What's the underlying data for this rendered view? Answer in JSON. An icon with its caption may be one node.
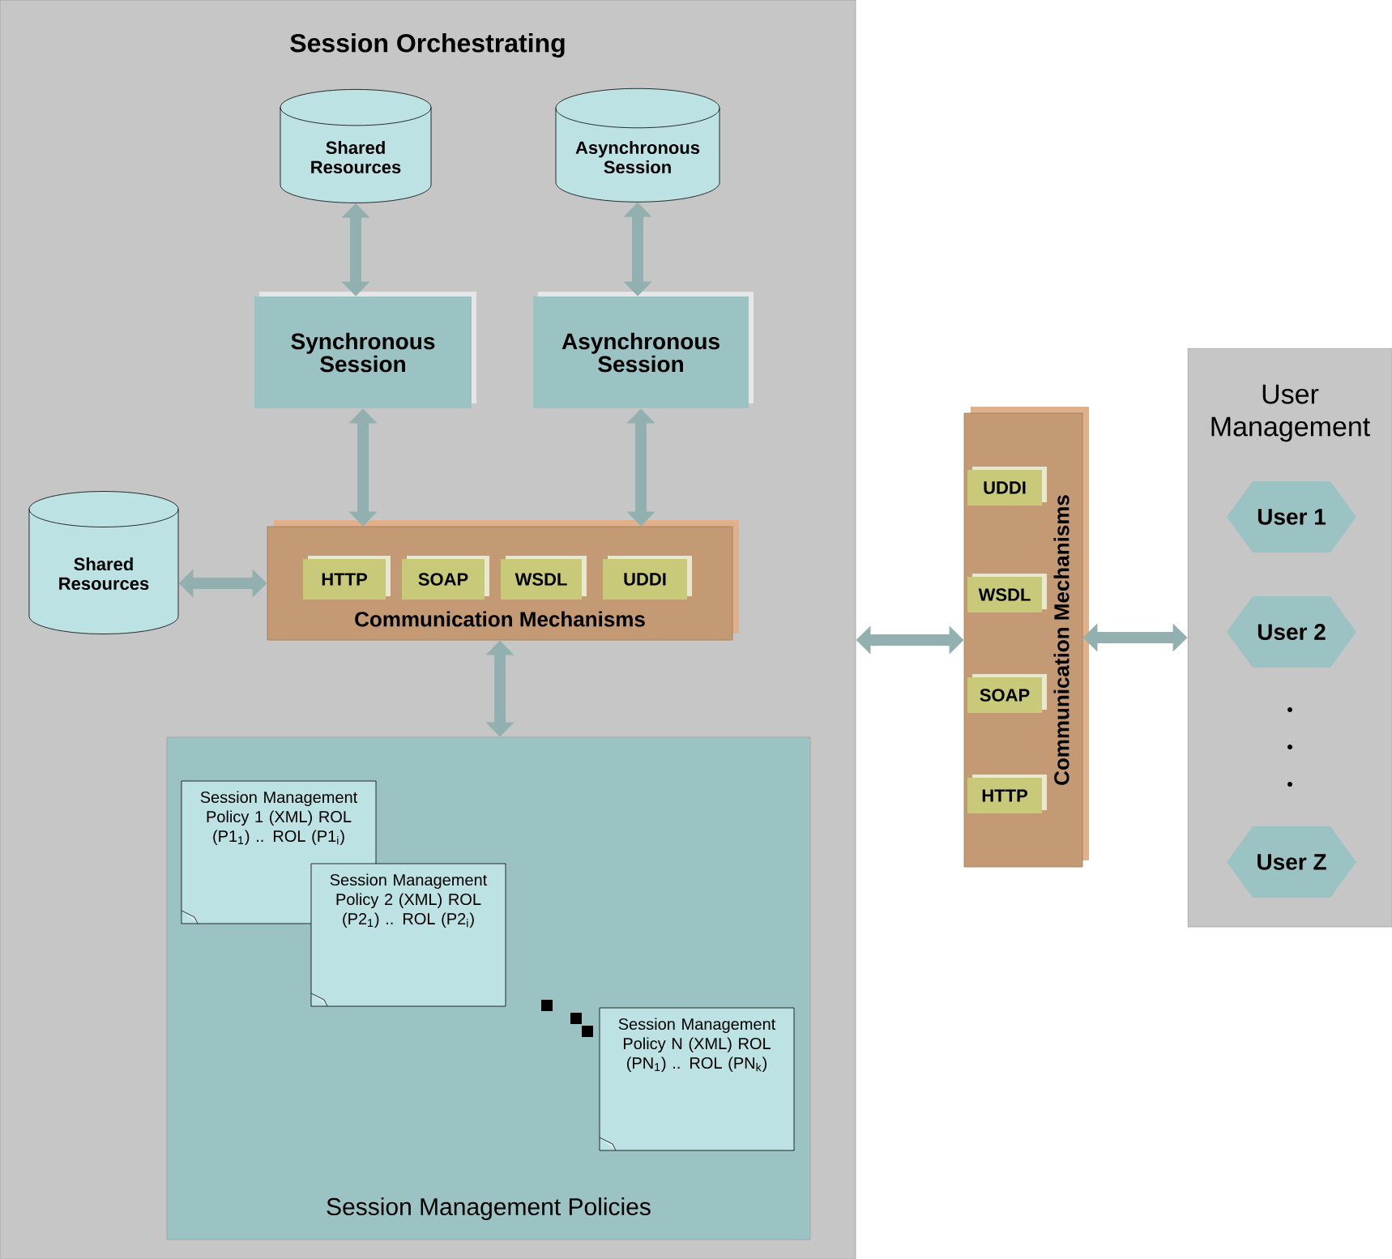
{
  "diagram": {
    "nodes": [
      {
        "text": [
          "Session Orchestrating"
        ]
      },
      {
        "text": [
          "Shared Resources"
        ],
        "in": 0
      },
      {
        "text": [
          "Asynchronous Session"
        ],
        "in": 0
      },
      {
        "text": [
          "Synchronous Session"
        ],
        "in": 0
      },
      {
        "text": [
          "Asynchronous Session"
        ],
        "in": 0
      },
      {
        "text": [
          "Shared Resources"
        ],
        "in": 0
      },
      {
        "text": [
          "Communication Mechanisms"
        ],
        "in": 0
      },
      {
        "text": [
          "HTTP"
        ],
        "in": 6
      },
      {
        "text": [
          "SOAP"
        ],
        "in": 6
      },
      {
        "text": [
          "WSDL"
        ],
        "in": 6
      },
      {
        "text": [
          "UDDI"
        ],
        "in": 6
      },
      {
        "text": [
          "Session Management Policies"
        ],
        "in": 0
      },
      {
        "text": [
          "Session Management Policy 1 (XML) ROL (P1$_{1}$) .. ROL (P1$_{i}$)"
        ],
        "in": 11
      },
      {
        "text": [
          "Session Management Policy 2 (XML) ROL (P2$_{1}$) .. ROL (P2$_{i}$)"
        ],
        "in": 11
      },
      {
        "text": [
          "Session Management Policy N (XML) ROL (PN$_{1}$) .. ROL (PN$_{k}$)"
        ],
        "in": 11
      },
      {
        "text": [
          "Communication Mechanisms"
        ]
      },
      {
        "text": [
          "UDDI"
        ],
        "in": 15
      },
      {
        "text": [
          "WSDL"
        ],
        "in": 15
      },
      {
        "text": [
          "SOAP"
        ],
        "in": 15
      },
      {
        "text": [
          "HTTP"
        ],
        "in": 15
      },
      {
        "text": [
          "User Management"
        ]
      },
      {
        "text": [
          "User 1"
        ],
        "in": 20
      },
      {
        "text": [
          "User 2"
        ],
        "in": 20
      },
      {
        "text": [
          "User Z"
        ],
        "in": 20
      }
    ],
    "edges": [
      {
        "from": 1,
        "to": 3,
        "arrow": "both"
      },
      {
        "from": 2,
        "to": 4,
        "arrow": "both"
      },
      {
        "from": 3,
        "to": 6,
        "arrow": "both"
      },
      {
        "from": 4,
        "to": 6,
        "arrow": "both"
      },
      {
        "from": 5,
        "to": 6,
        "arrow": "both"
      },
      {
        "from": 6,
        "to": 11,
        "arrow": "both"
      },
      {
        "from": 0,
        "to": 15,
        "arrow": "both"
      },
      {
        "from": 15,
        "to": 20,
        "arrow": "both"
      }
    ]
  }
}
